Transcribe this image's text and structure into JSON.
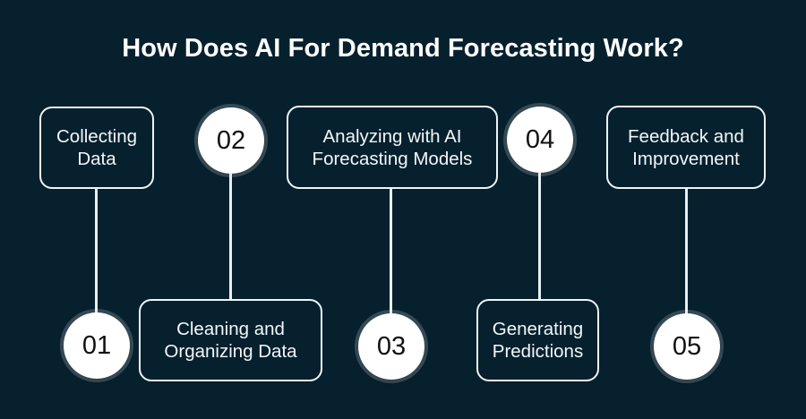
{
  "title": "How Does AI For Demand Forecasting Work?",
  "theme": {
    "background": "#07202e",
    "line": "#e8f0f4",
    "box_border": "#eef4f7",
    "box_text": "#f2f7fa",
    "circle_fill": "#ffffff",
    "circle_text": "#111111",
    "title_color": "#ffffff"
  },
  "steps": [
    {
      "number": "01",
      "label": "Collecting Data"
    },
    {
      "number": "02",
      "label": "Cleaning and Organizing Data"
    },
    {
      "number": "03",
      "label": "Analyzing with AI Forecasting Models"
    },
    {
      "number": "04",
      "label": "Generating Predictions"
    },
    {
      "number": "05",
      "label": "Feedback and Improvement"
    }
  ]
}
